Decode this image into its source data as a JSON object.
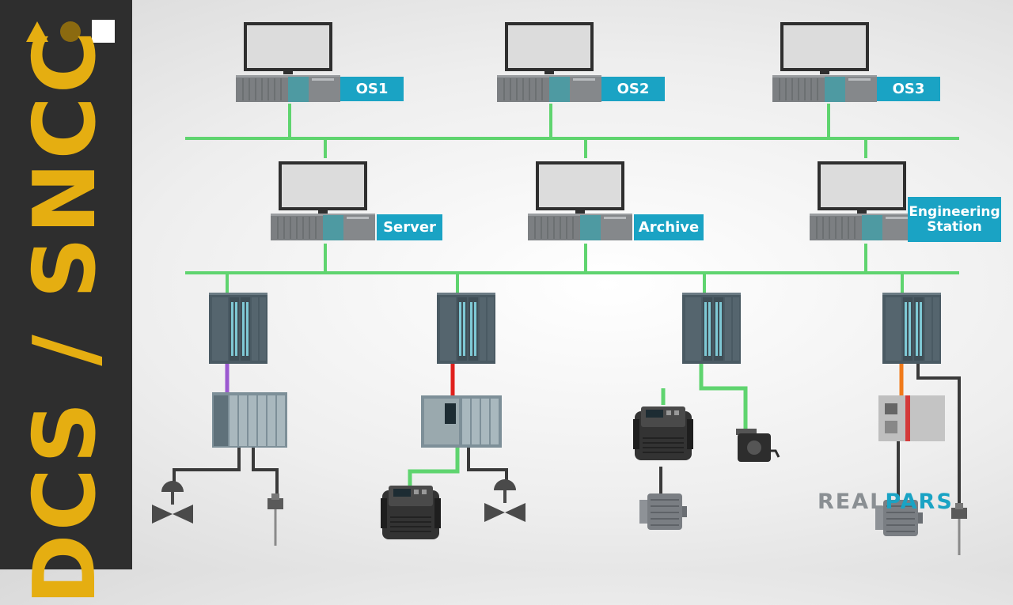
{
  "sidebar": {
    "title": "DCS / SNCC"
  },
  "stations": {
    "os1": "OS1",
    "os2": "OS2",
    "os3": "OS3",
    "server": "Server",
    "archive": "Archive",
    "engineering_line1": "Engineering",
    "engineering_line2": "Station"
  },
  "brand": {
    "part1": "REAL",
    "part2": "PARS"
  },
  "colors": {
    "sidebar_bg": "#2e2e2e",
    "title": "#e5ae11",
    "network": "#5fd46f",
    "label_bg": "#1aa3c4",
    "purple": "#9b59d0",
    "red": "#e0201c",
    "orange": "#f07a1a",
    "cable": "#3a3a3a"
  },
  "icons": [
    "triangle-icon",
    "circle-icon",
    "square-icon",
    "monitor-icon",
    "server-rack-icon",
    "controller-icon",
    "io-module-icon",
    "drive-icon",
    "valve-icon",
    "sensor-icon",
    "motor-icon",
    "encoder-icon"
  ]
}
